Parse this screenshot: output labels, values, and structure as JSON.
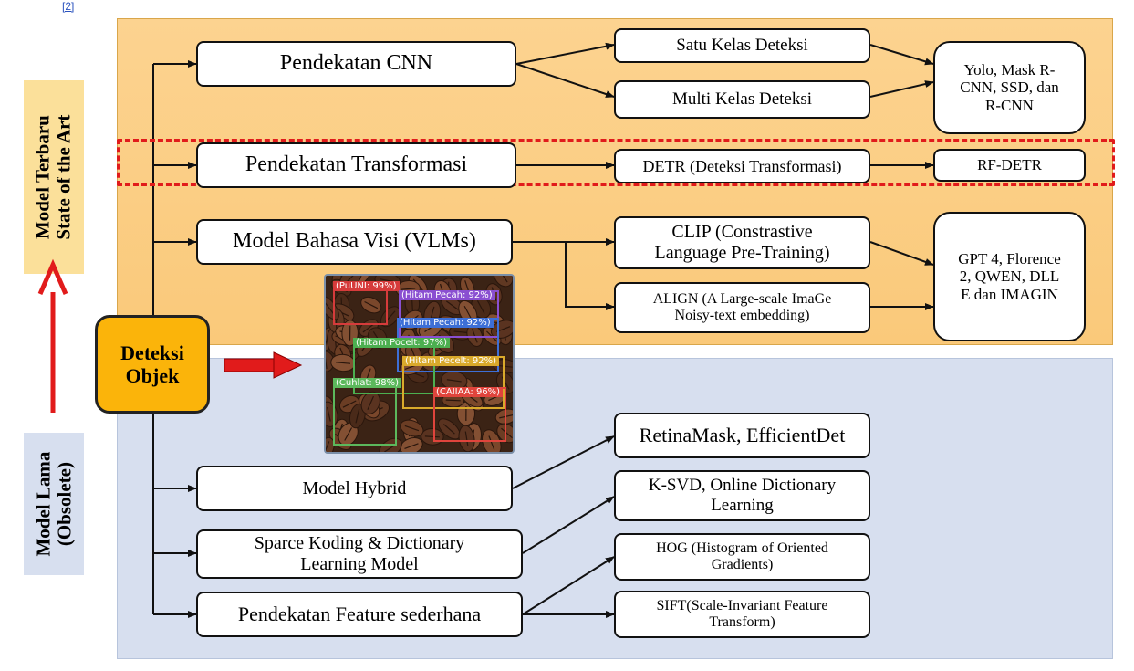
{
  "corner_link": "[2]",
  "side_labels": {
    "modern": "Model Terbaru\nState of the Art",
    "old": "Model Lama\n(Obsolete)"
  },
  "root": "Deteksi\nObjek",
  "approaches": {
    "cnn": "Pendekatan CNN",
    "transformer": "Pendekatan Transformasi",
    "vlm": "Model Bahasa Visi (VLMs)",
    "hybrid": "Model Hybrid",
    "sparse": "Sparce Koding & Dictionary\nLearning Model",
    "feature": "Pendekatan Feature sederhana"
  },
  "methods": {
    "single_class": "Satu Kelas Deteksi",
    "multi_class": "Multi Kelas Deteksi",
    "detr": "DETR (Deteksi Transformasi)",
    "clip": "CLIP (Constrastive\nLanguage Pre-Training)",
    "align": "ALIGN (A Large-scale ImaGe\nNoisy-text embedding)",
    "retinamask": "RetinaMask, EfficientDet",
    "ksvd": "K-SVD, Online Dictionary\nLearning",
    "hog": "HOG (Histogram of Oriented\nGradients)",
    "sift": "SIFT(Scale-Invariant Feature\nTransform)"
  },
  "models": {
    "cnn_models": "Yolo, Mask R-\nCNN, SSD, dan\nR-CNN",
    "rf_detr": "RF-DETR",
    "vlm_models": "GPT 4, Florence\n2, QWEN, DLL\nE dan IMAGIN"
  },
  "photo_detections": [
    {
      "label": "(PuUNI: 99%)",
      "color": "#d63b3b"
    },
    {
      "label": "(Hitam Pecah: 92%)",
      "color": "#8a4fd1"
    },
    {
      "label": "(Hitam Pecah: 92%)",
      "color": "#3d6fd6"
    },
    {
      "label": "(Hitam Pocelt: 97%)",
      "color": "#4caf50"
    },
    {
      "label": "(Hitam Pecelt: 92%)",
      "color": "#d9a92b"
    },
    {
      "label": "(Cuhlat: 98%)",
      "color": "#5cb85c"
    },
    {
      "label": "(CAIIAA: 96%)",
      "color": "#e0443c"
    }
  ],
  "colors": {
    "modern_panel": "#fbd18a",
    "old_panel": "#d7dfef",
    "root_fill": "#fbb40a",
    "highlight": "#e11b1b",
    "arrow_red": "#e11b1b"
  }
}
